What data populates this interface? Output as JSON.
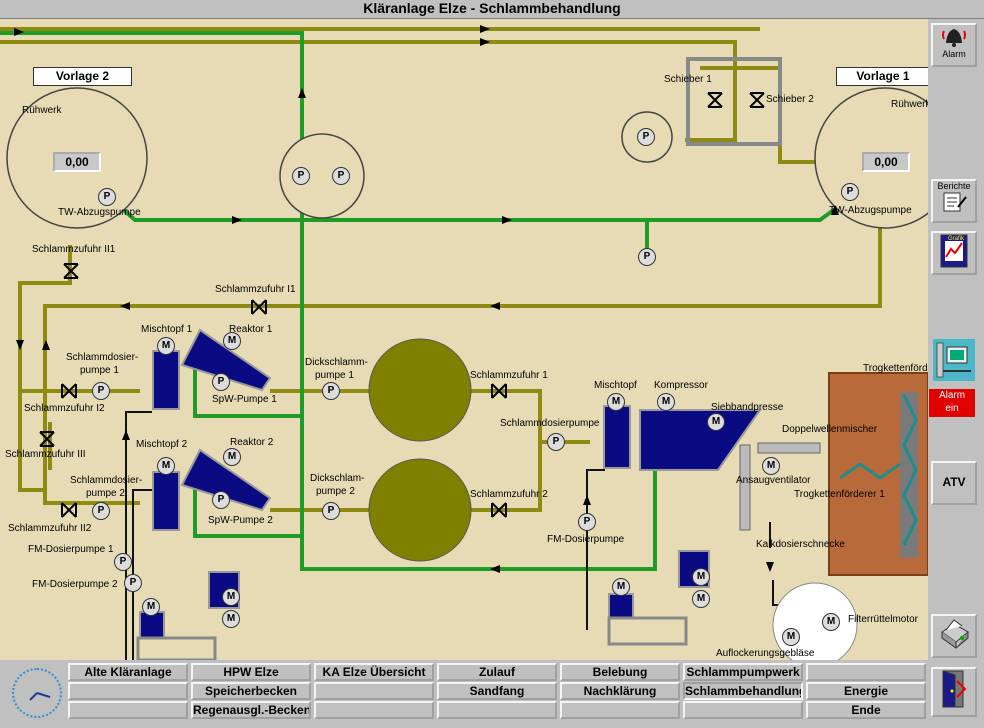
{
  "window": {
    "title": "Kläranlage Elze - Schlammbehandlung"
  },
  "vorlagen": {
    "v2": "Vorlage 2",
    "v1": "Vorlage 1",
    "v2_value": "0,00",
    "v1_value": "0,00"
  },
  "labels": {
    "ruehrwerk_left": "Rühwerk",
    "ruehrwerk_right": "Rühwerk",
    "tw_left": "TW-Abzugspumpe",
    "tw_right": "TW-Abzugspumpe",
    "schieber1": "Schieber 1",
    "schieber2": "Schieber 2",
    "sz_ii1": "Schlammzufuhr II1",
    "sz_i1_top": "Schlammzufuhr I1",
    "mischtopf1": "Mischtopf 1",
    "reaktor1": "Reaktor 1",
    "sd_pumpe1_a": "Schlammdosier-",
    "sd_pumpe1_b": "pumpe 1",
    "sz_i2": "Schlammzufuhr I2",
    "spw1": "SpW-Pumpe 1",
    "sz_iii": "Schlammzufuhr III",
    "mischtopf2": "Mischtopf 2",
    "reaktor2": "Reaktor 2",
    "sd_pumpe2_a": "Schlammdosier-",
    "sd_pumpe2_b": "pumpe 2",
    "spw2": "SpW-Pumpe 2",
    "sz_ii2": "Schlammzufuhr II2",
    "dick1_a": "Dickschlamm-",
    "dick1_b": "pumpe 1",
    "dick2_a": "Dickschlam-",
    "dick2_b": "pumpe 2",
    "sz_1": "Schlammzufuhr 1",
    "sz_2": "Schlammzufuhr 2",
    "sd_pumpe": "Schlammdosierpumpe",
    "mischtopf": "Mischtopf",
    "kompressor": "Kompressor",
    "siebband": "Siebbandpresse",
    "doppelwellen": "Doppelwellenmischer",
    "ansaug": "Ansaugventilator",
    "trogketten1": "Trogkettenförderer 1",
    "trogketten": "Trogkettenförd",
    "kalk": "Kalkdosierschnecke",
    "fm_dosier": "FM-Dosierpumpe",
    "fm_dosier1": "FM-Dosierpumpe 1",
    "fm_dosier2": "FM-Dosierpumpe 2",
    "filter": "Filterrüttelmotor",
    "auflocker": "Auflockerungsgebläse",
    "pump_p": "P",
    "motor_m": "M"
  },
  "sidebar": {
    "alarm": "Alarm",
    "berichte": "Berichte",
    "grafik": "Grafik",
    "alarm_ein_1": "Alarm",
    "alarm_ein_2": "ein",
    "atv": "ATV"
  },
  "nav": {
    "r1": [
      "Alte Kläranlage",
      "HPW Elze",
      "KA Elze Übersicht",
      "Zulauf",
      "Belebung",
      "Schlammpumpwerk",
      ""
    ],
    "r2": [
      "",
      "Speicherbecken",
      "",
      "Sandfang",
      "Nachklärung",
      "Schlammbehandlung",
      "Energie"
    ],
    "r3": [
      "",
      "Regenausgl.-Becken",
      "",
      "",
      "",
      "",
      "Ende"
    ]
  },
  "colors": {
    "bg": "#e7dbb5",
    "olive": "#8f8a12",
    "green": "#1f9c26",
    "navy": "#0a0a82",
    "tank": "#808000",
    "brown": "#b86a3a"
  }
}
